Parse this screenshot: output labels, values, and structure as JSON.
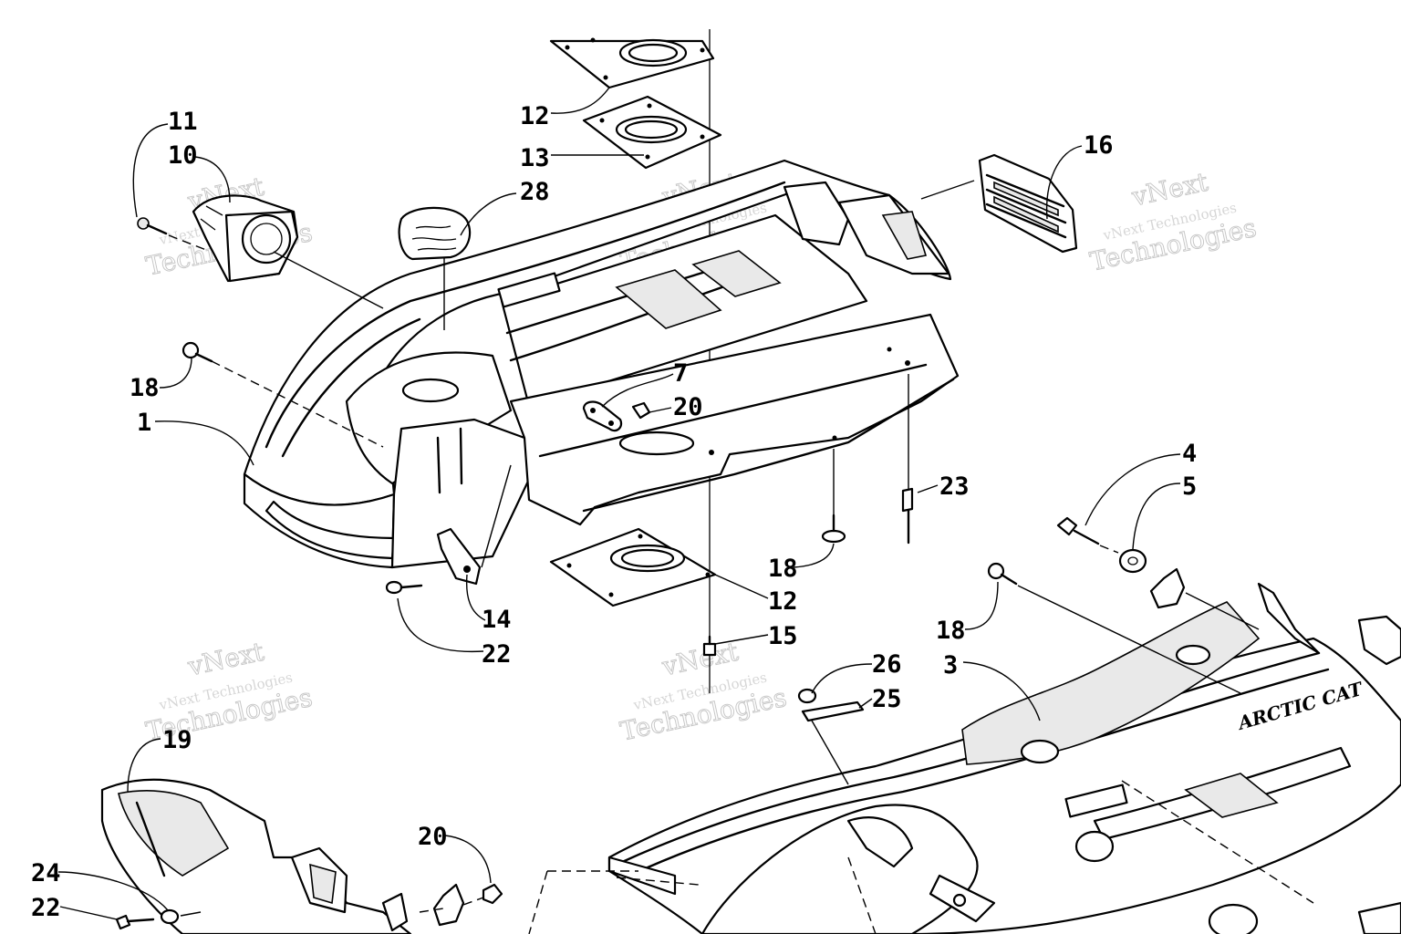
{
  "diagram": {
    "callouts": [
      "11",
      "10",
      "28",
      "12",
      "13",
      "16",
      "18",
      "1",
      "7",
      "20",
      "14",
      "22",
      "23",
      "4",
      "5",
      "18",
      "12",
      "15",
      "18",
      "3",
      "26",
      "25",
      "19",
      "20",
      "24",
      "22"
    ],
    "watermark_lines": [
      "vNext",
      "vNext Technologies",
      "Technologies"
    ],
    "brand_text": "ARCTIC CAT"
  }
}
